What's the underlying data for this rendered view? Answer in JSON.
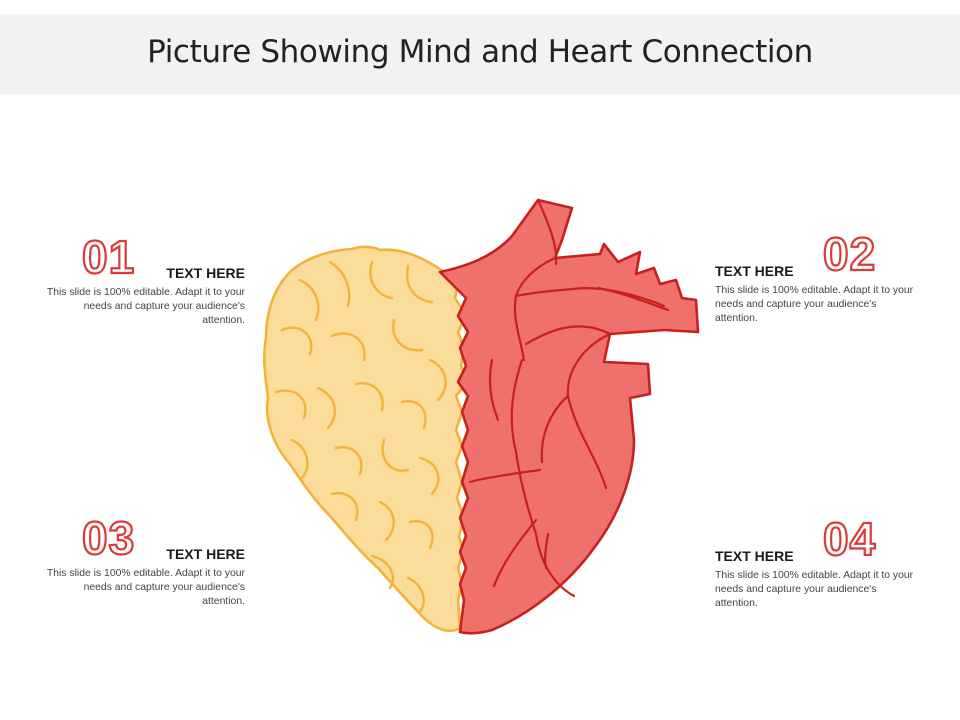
{
  "slide": {
    "title": "Picture Showing Mind and Heart Connection"
  },
  "colors": {
    "brain_fill": "#fcdc9a",
    "brain_stroke": "#f3b33b",
    "heart_fill": "#ef716c",
    "heart_stroke": "#c8201f",
    "number_stroke": "#d93a3a"
  },
  "items": [
    {
      "number": "01",
      "heading": "TEXT HERE",
      "body": "This slide is 100% editable. Adapt it to your needs and capture your audience's attention."
    },
    {
      "number": "02",
      "heading": "TEXT HERE",
      "body": "This slide is 100% editable. Adapt it to your needs and capture your audience's attention."
    },
    {
      "number": "03",
      "heading": "TEXT HERE",
      "body": "This slide is 100% editable. Adapt it to your needs and capture your audience's attention."
    },
    {
      "number": "04",
      "heading": "TEXT HERE",
      "body": "This slide is 100% editable. Adapt it to your needs and capture your audience's attention."
    }
  ]
}
